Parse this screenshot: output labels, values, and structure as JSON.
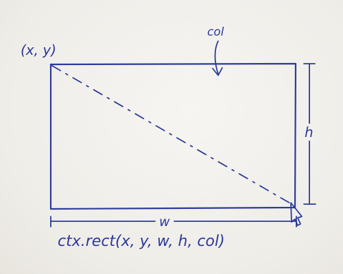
{
  "diagram": {
    "origin_label": "(x, y)",
    "color_label": "col",
    "height_label": "h",
    "width_label": "w",
    "code_label": "ctx.rect(x, y, w, h, col)",
    "ink_color": "#2b3a9a",
    "paper_color": "#f2f0ec"
  }
}
